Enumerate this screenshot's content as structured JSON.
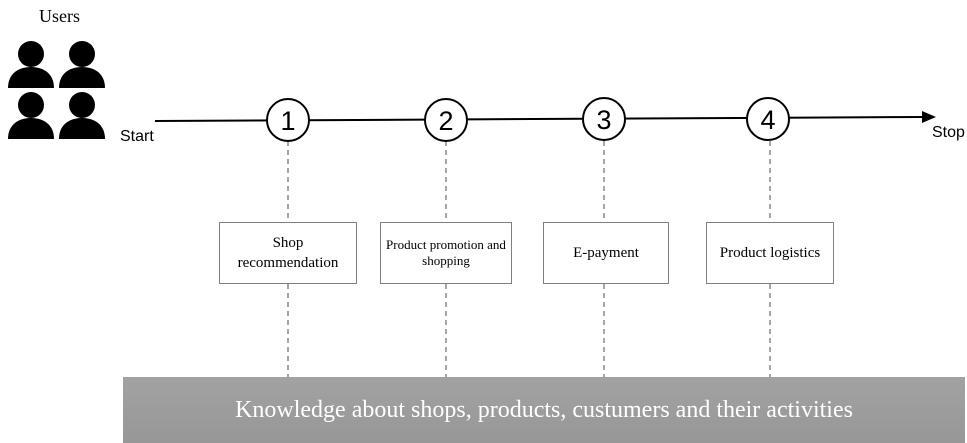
{
  "users": {
    "title": "Users",
    "icon": "person-group-icon"
  },
  "timeline": {
    "start": "Start",
    "stop": "Stop"
  },
  "steps": [
    {
      "number": "1",
      "label": "Shop recommendation"
    },
    {
      "number": "2",
      "label": "Product promotion and shopping"
    },
    {
      "number": "3",
      "label": "E-payment"
    },
    {
      "number": "4",
      "label": "Product logistics"
    }
  ],
  "banner": {
    "text": "Knowledge about shops, products, custumers and their activities"
  },
  "colors": {
    "banner": "#9b9b9b",
    "box_border": "#7f7f7f",
    "line": "#000000"
  }
}
